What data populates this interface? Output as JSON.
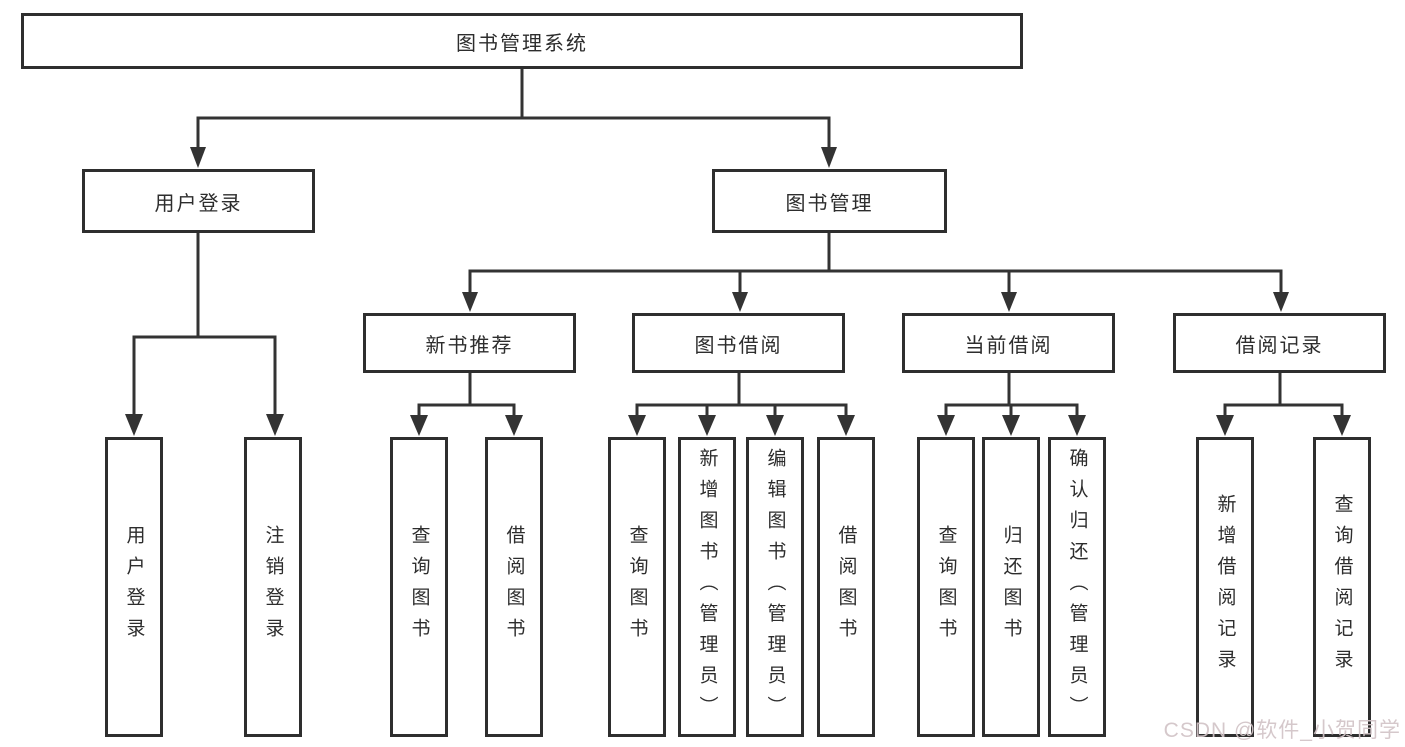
{
  "tree": {
    "root": {
      "label": "图书管理系统"
    },
    "children": [
      {
        "label": "用户登录",
        "children": [
          {
            "label": "用户登录"
          },
          {
            "label": "注销登录"
          }
        ]
      },
      {
        "label": "图书管理",
        "children": [
          {
            "label": "新书推荐",
            "children": [
              {
                "label": "查询图书"
              },
              {
                "label": "借阅图书"
              }
            ]
          },
          {
            "label": "图书借阅",
            "children": [
              {
                "label": "查询图书"
              },
              {
                "label": "新增图书（管理员）"
              },
              {
                "label": "编辑图书（管理员）"
              },
              {
                "label": "借阅图书"
              }
            ]
          },
          {
            "label": "当前借阅",
            "children": [
              {
                "label": "查询图书"
              },
              {
                "label": "归还图书"
              },
              {
                "label": "确认归还（管理员）"
              }
            ]
          },
          {
            "label": "借阅记录",
            "children": [
              {
                "label": "新增借阅记录"
              },
              {
                "label": "查询借阅记录"
              }
            ]
          }
        ]
      }
    ]
  },
  "watermark": {
    "text": "CSDN @软件_小贺同学"
  },
  "colors": {
    "line": "#333333",
    "box_border": "#2e2e2e",
    "box_fill": "#ffffff",
    "text": "#2d2d2d",
    "watermark": "#d2c4c7",
    "background": "#ffffff"
  }
}
